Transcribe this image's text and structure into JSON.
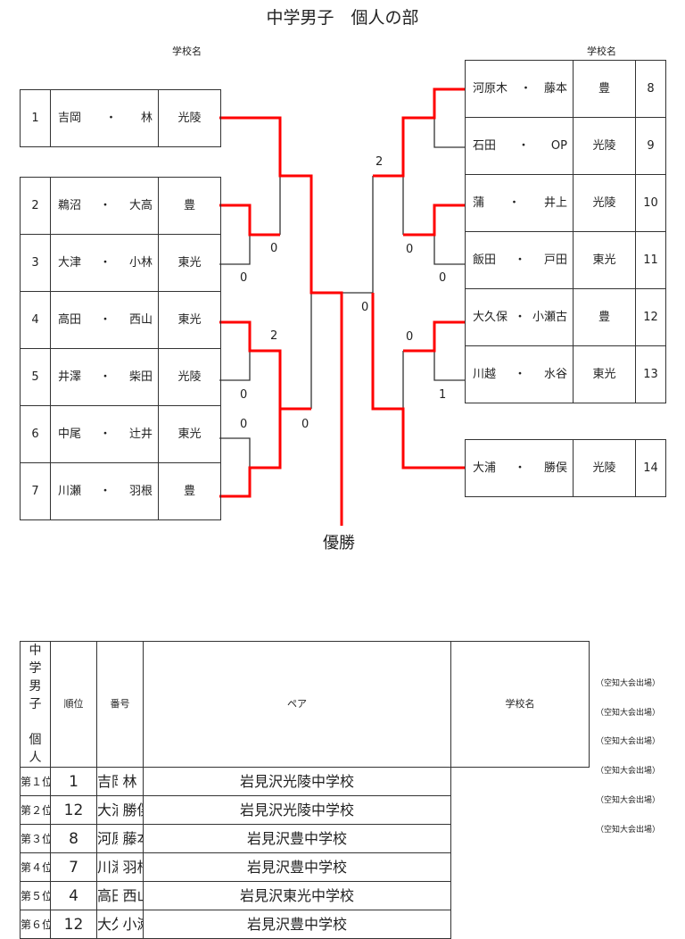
{
  "title": "中学男子　個人の部",
  "school_header": "学校名",
  "separator": "・",
  "left_entries": [
    {
      "no": "1",
      "p1": "吉岡",
      "p2": "林",
      "school": "光陵"
    },
    {
      "no": "2",
      "p1": "鵜沼",
      "p2": "大高",
      "school": "豊"
    },
    {
      "no": "3",
      "p1": "大津",
      "p2": "小林",
      "school": "東光"
    },
    {
      "no": "4",
      "p1": "高田",
      "p2": "西山",
      "school": "東光"
    },
    {
      "no": "5",
      "p1": "井澤",
      "p2": "柴田",
      "school": "光陵"
    },
    {
      "no": "6",
      "p1": "中尾",
      "p2": "辻井",
      "school": "東光"
    },
    {
      "no": "7",
      "p1": "川瀬",
      "p2": "羽根",
      "school": "豊"
    }
  ],
  "right_entries": [
    {
      "no": "8",
      "p1": "河原木",
      "p2": "藤本",
      "school": "豊"
    },
    {
      "no": "9",
      "p1": "石田",
      "p2": "OP",
      "school": "光陵"
    },
    {
      "no": "10",
      "p1": "蒲",
      "p2": "井上",
      "school": "光陵"
    },
    {
      "no": "11",
      "p1": "飯田",
      "p2": "戸田",
      "school": "東光"
    },
    {
      "no": "12",
      "p1": "大久保",
      "p2": "小瀬古",
      "school": "豊"
    },
    {
      "no": "13",
      "p1": "川越",
      "p2": "水谷",
      "school": "東光"
    },
    {
      "no": "14",
      "p1": "大浦",
      "p2": "勝俣",
      "school": "光陵"
    }
  ],
  "scores": {
    "l_2v3_top": "0",
    "l_2v3_bot": "0",
    "l_4v5_top": "2",
    "l_4v5_bot": "0",
    "l_6v7_top": "0",
    "l_semi": "0",
    "r_semi_top": "2",
    "r_10v11_top": "0",
    "r_10v11_bot": "0",
    "r_final": "0",
    "r_12v13_top": "0",
    "r_12v13_bot": "1"
  },
  "champion_label": "優勝",
  "results": {
    "side_label": [
      "中",
      "学",
      "男",
      "子",
      "",
      "個",
      "人"
    ],
    "headers": {
      "rank": "順位",
      "no": "番号",
      "pair": "ペア",
      "school": "学校名"
    },
    "rows": [
      {
        "rank": "第１位",
        "no": "1",
        "p1": "吉岡　陽生",
        "p2": "林　　慧",
        "school": "岩見沢光陵中学校",
        "note": "（空知大会出場）"
      },
      {
        "rank": "第２位",
        "no": "12",
        "p1": "大浦　魁斗",
        "p2": "勝俣　元翔",
        "school": "岩見沢光陵中学校",
        "note": "（空知大会出場）"
      },
      {
        "rank": "第３位",
        "no": "8",
        "p1": "河原木隆楓",
        "p2": "藤本　翔",
        "school": "岩見沢豊中学校",
        "note": "（空知大会出場）"
      },
      {
        "rank": "第４位",
        "no": "7",
        "p1": "川瀬　皓己",
        "p2": "羽根　大雅",
        "school": "岩見沢豊中学校",
        "note": "（空知大会出場）"
      },
      {
        "rank": "第５位",
        "no": "4",
        "p1": "高田　藍玖",
        "p2": "西山　旺伽",
        "school": "岩見沢東光中学校",
        "note": "（空知大会出場）"
      },
      {
        "rank": "第６位",
        "no": "12",
        "p1": "大久保俊輔",
        "p2": "小瀬古　奏",
        "school": "岩見沢豊中学校",
        "note": "（空知大会出場）"
      }
    ]
  },
  "colors": {
    "winner_line": "#ff0000",
    "line": "#333333"
  }
}
